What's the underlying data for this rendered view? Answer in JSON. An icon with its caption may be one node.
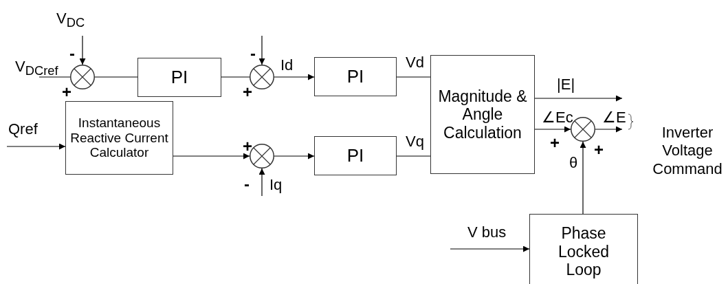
{
  "diagram": {
    "nodes": [
      {
        "text": [],
        "shape": "circle"
      },
      {
        "text": [
          "PI"
        ]
      },
      {
        "text": [],
        "shape": "circle"
      },
      {
        "text": [
          "PI"
        ]
      },
      {
        "text": [
          "Magnitude & Angle Calculation"
        ]
      },
      {
        "text": [
          "Instantaneous Reactive Current Calculator"
        ]
      },
      {
        "text": [],
        "shape": "circle"
      },
      {
        "text": [
          "PI"
        ]
      },
      {
        "text": [],
        "shape": "circle"
      },
      {
        "text": [
          "Phase Locked Loop"
        ]
      }
    ],
    "edges": [
      {
        "from": null,
        "to": 0,
        "arrow": "to",
        "label": "V$_{DC}$"
      },
      {
        "from": null,
        "to": 0,
        "arrow": "none",
        "label": "V$_{DCref}$"
      },
      {
        "from": 0,
        "to": 1,
        "arrow": "none"
      },
      {
        "from": 1,
        "to": 2,
        "arrow": "none"
      },
      {
        "from": null,
        "to": 2,
        "arrow": "to",
        "label": "Id"
      },
      {
        "from": 2,
        "to": 3,
        "arrow": "to"
      },
      {
        "from": 3,
        "to": 4,
        "arrow": "none",
        "label": "Vd"
      },
      {
        "from": null,
        "to": 5,
        "arrow": "to",
        "label": "Qref"
      },
      {
        "from": 5,
        "to": 6,
        "arrow": "to"
      },
      {
        "from": null,
        "to": 6,
        "arrow": "to",
        "label": "Iq"
      },
      {
        "from": 6,
        "to": 7,
        "arrow": "to"
      },
      {
        "from": 7,
        "to": 4,
        "arrow": "none",
        "label": "Vq"
      },
      {
        "from": 4,
        "to": null,
        "arrow": "to",
        "label": "|E|"
      },
      {
        "from": 4,
        "to": 8,
        "arrow": "to",
        "label": "∠Ec"
      },
      {
        "from": 8,
        "to": null,
        "arrow": "to",
        "label": "∠E"
      },
      {
        "from": 9,
        "to": 8,
        "arrow": "to",
        "label": "θ"
      },
      {
        "from": null,
        "to": 9,
        "arrow": "to",
        "label": "V bus"
      }
    ],
    "labels": [
      "-",
      "+",
      "-",
      "+",
      "+",
      "-",
      "+",
      "+",
      "Inverter Voltage Command"
    ]
  }
}
